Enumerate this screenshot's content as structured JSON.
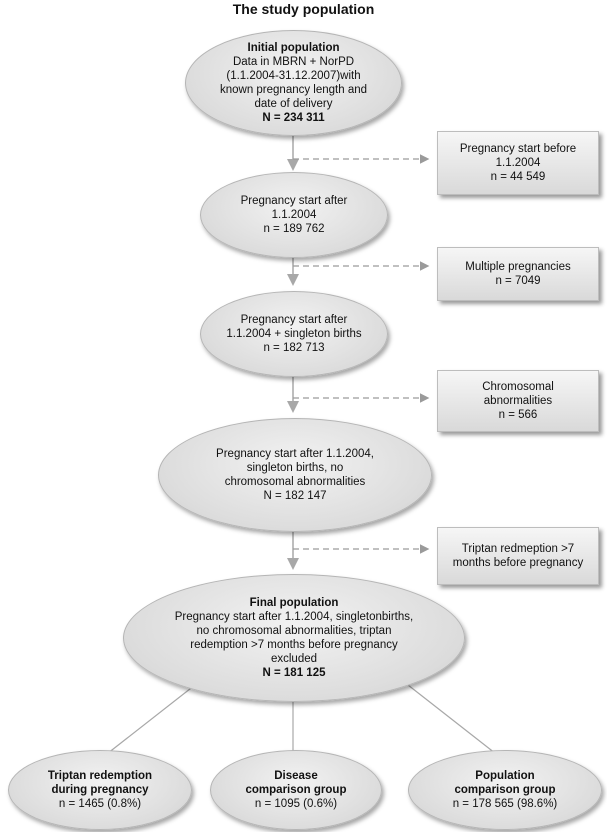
{
  "title": "The study population",
  "main_nodes": [
    {
      "heading": "Initial population",
      "lines": [
        "Data in MBRN + NorPD",
        "(1.1.2004-31.12.2007)with",
        "known pregnancy length and",
        "date of delivery"
      ],
      "count": "N = 234 311"
    },
    {
      "heading": "",
      "lines": [
        "Pregnancy start after",
        "1.1.2004",
        "n = 189 762"
      ],
      "count": ""
    },
    {
      "heading": "",
      "lines": [
        "Pregnancy start after",
        "1.1.2004 + singleton births",
        "n = 182 713"
      ],
      "count": ""
    },
    {
      "heading": "",
      "lines": [
        "Pregnancy start after 1.1.2004,",
        "singleton births, no",
        "chromosomal abnormalities",
        "N = 182 147"
      ],
      "count": ""
    },
    {
      "heading": "Final population",
      "lines": [
        "Pregnancy start after 1.1.2004, singletonbirths,",
        "no chromosomal abnormalities, triptan",
        "redemption >7 months before pregnancy",
        "excluded"
      ],
      "count": "N = 181 125"
    }
  ],
  "exclusions": [
    {
      "lines": [
        "Pregnancy start before",
        "1.1.2004",
        "n = 44 549"
      ]
    },
    {
      "lines": [
        "Multiple  pregnancies",
        "n = 7049"
      ]
    },
    {
      "lines": [
        "Chromosomal",
        "abnormalities",
        "n = 566"
      ]
    },
    {
      "lines": [
        "Triptan redmeption >7",
        "months before pregnancy"
      ]
    }
  ],
  "groups": [
    {
      "heading": [
        "Triptan redemption",
        "during pregnancy"
      ],
      "count": "n = 1465 (0.8%)"
    },
    {
      "heading": [
        "Disease",
        "comparison group"
      ],
      "count": "n = 1095 (0.6%)"
    },
    {
      "heading": [
        "Population",
        "comparison group"
      ],
      "count": "n = 178 565 (98.6%)"
    }
  ],
  "colors": {
    "ellipse_fill": "#dcdcdc",
    "arrow": "#a8a8a8",
    "dashed_arrow": "#9a9a9a"
  }
}
